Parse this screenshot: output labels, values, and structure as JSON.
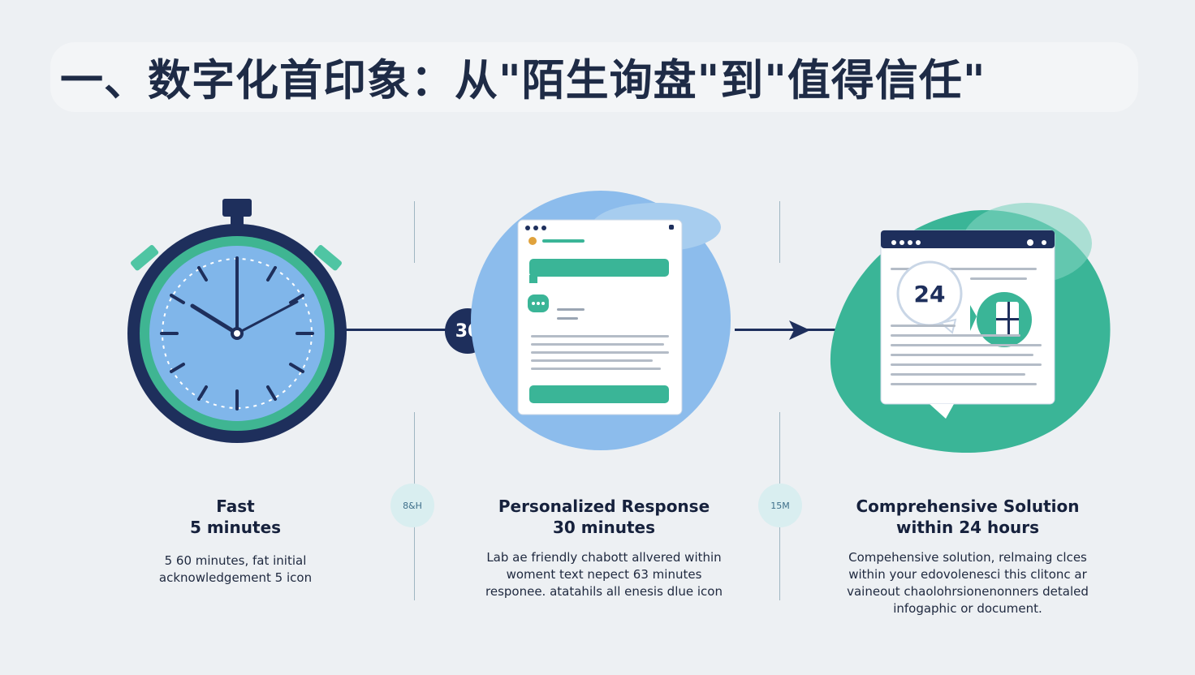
{
  "title": "一、数字化首印象：从\"陌生询盘\"到\"值得信任\"",
  "connector_badge": "30",
  "mini_labels": [
    "8&H",
    "15M"
  ],
  "steps": [
    {
      "heading": [
        "Fast",
        "5 minutes"
      ],
      "description": [
        "5 60 minutes, fat initial",
        "acknowledgement 5 icon"
      ],
      "icon": "stopwatch-icon"
    },
    {
      "heading": [
        "Personalized Response",
        "30 minutes"
      ],
      "description": [
        "Lab ae friendly chabott allvered within",
        "woment text nepect 63 minutes",
        "responee. atatahils all enesis dlue icon"
      ],
      "icon": "chat-window-icon"
    },
    {
      "heading": [
        "Comprehensive Solution",
        "within 24 hours"
      ],
      "description": [
        "Compehensive solution, relmaing clces",
        "within your edovolenesci this clitonc ar",
        "vaineout chaolohrsionenonners detaled",
        "infogaphic or document."
      ],
      "icon": "document-24-icon",
      "icon_label": "24"
    }
  ],
  "colors": {
    "navy": "#1e2f5c",
    "teal": "#3ab597",
    "blue": "#8cbcec"
  }
}
